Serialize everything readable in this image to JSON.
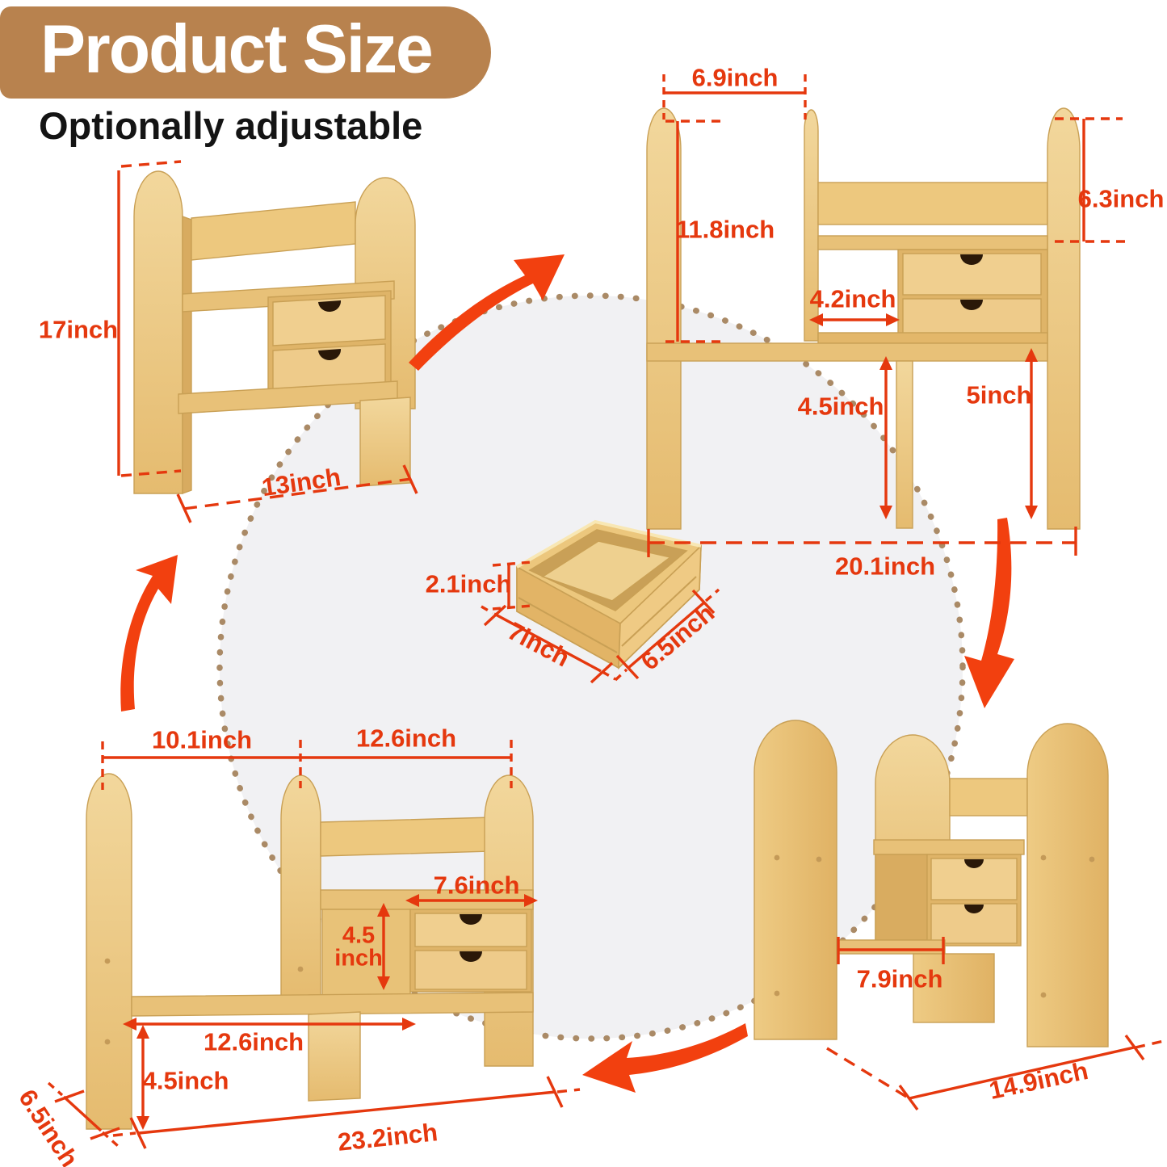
{
  "header": {
    "title": "Product Size",
    "subtitle": "Optionally adjustable"
  },
  "colors": {
    "badge": "#b8824e",
    "dimension_accent": "#e5380e",
    "arrow": "#f2400f",
    "bamboo_light": "#f2d79c",
    "bamboo_mid": "#e7bf74",
    "bamboo_edge": "#c9a055",
    "drawer_notch": "#2a1808",
    "circle_fill": "#f1f1f3",
    "circle_dots": "#aa8a66"
  },
  "annotations": {
    "top_left": {
      "height": "17inch",
      "base_width": "13inch"
    },
    "top_right": {
      "top_width": "6.9inch",
      "left_height": "11.8inch",
      "right_height": "6.3inch",
      "slot_width": "4.2inch",
      "left_clearance": "4.5inch",
      "right_clearance": "5inch",
      "total_width": "20.1inch"
    },
    "bottom_left": {
      "left_span": "10.1inch",
      "right_span": "12.6inch",
      "drawer_width": "7.6inch",
      "slot_height": "4.5 inch",
      "shelf_span": "12.6inch",
      "clearance": "4.5inch",
      "depth": "6.5inch",
      "total_width": "23.2inch"
    },
    "bottom_right": {
      "shelf_span": "7.9inch",
      "total_width": "14.9inch"
    },
    "center_drawer": {
      "height": "2.1inch",
      "front_width": "7inch",
      "side_depth": "6.5inch"
    }
  }
}
